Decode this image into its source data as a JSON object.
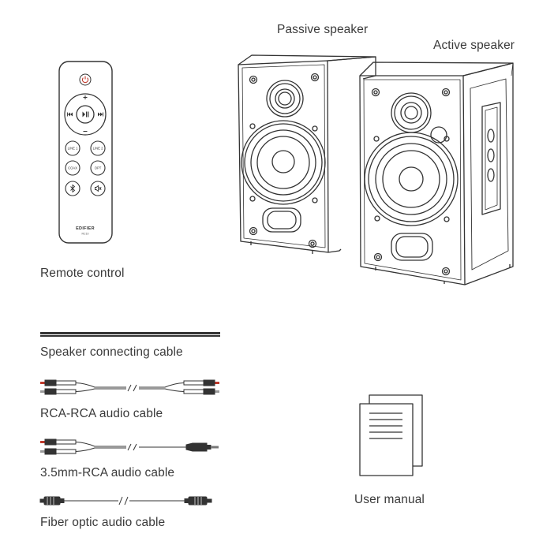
{
  "labels": {
    "passive_speaker": "Passive speaker",
    "active_speaker": "Active speaker",
    "remote_control": "Remote control",
    "speaker_cable": "Speaker connecting cable",
    "rca_rca_cable": "RCA-RCA audio cable",
    "mm_rca_cable": "3.5mm-RCA audio cable",
    "fiber_cable": "Fiber optic audio cable",
    "user_manual": "User manual"
  },
  "remote": {
    "brand": "EDIFIER",
    "model": "RC10",
    "buttons": {
      "line1": "LINE 1",
      "line2": "LINE 2",
      "coax": "COAX",
      "opt": "OPT"
    }
  },
  "icons": [
    "power-icon",
    "play-pause-icon",
    "previous-icon",
    "next-icon",
    "volume-up-icon",
    "volume-down-icon",
    "bluetooth-icon",
    "mute-icon"
  ]
}
